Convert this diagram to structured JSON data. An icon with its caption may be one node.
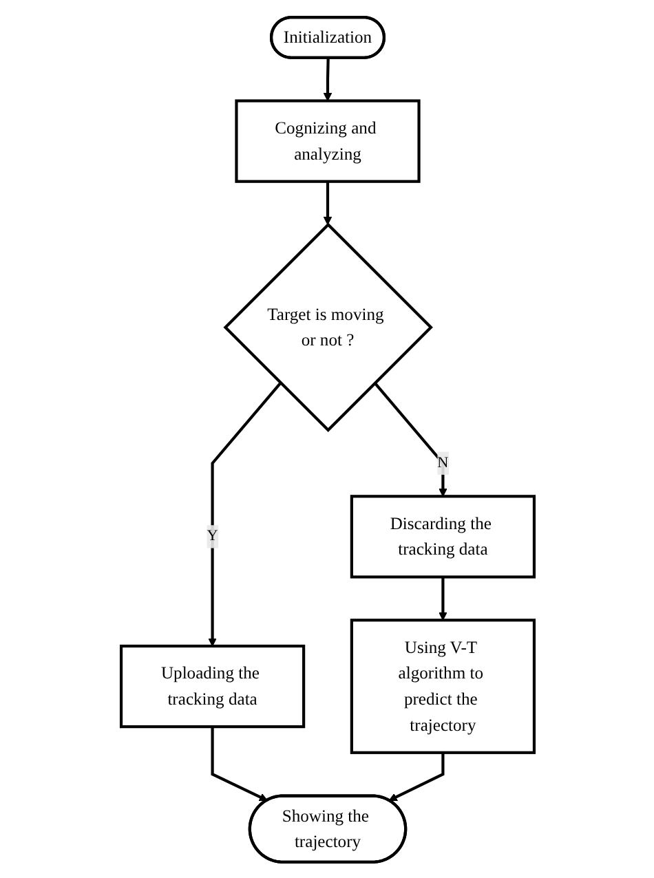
{
  "diagram": {
    "nodes": [
      {
        "text": [
          "Initialization"
        ]
      },
      {
        "text": [
          "Cognizing and analyzing"
        ]
      },
      {
        "text": [
          "Target is moving or not ?"
        ]
      },
      {
        "text": [
          "Discarding the tracking data"
        ]
      },
      {
        "text": [
          "Uploading the tracking data"
        ]
      },
      {
        "text": [
          "Using V-T algorithm to predict the trajectory"
        ]
      },
      {
        "text": [
          "Showing the trajectory"
        ]
      }
    ],
    "edges": [
      {
        "from": 0,
        "to": 1,
        "arrow": "to"
      },
      {
        "from": 1,
        "to": 2,
        "arrow": "to"
      },
      {
        "from": 2,
        "to": 3,
        "arrow": "to",
        "label": "N"
      },
      {
        "from": 2,
        "to": 4,
        "arrow": "to",
        "label": "Y"
      },
      {
        "from": 3,
        "to": 5,
        "arrow": "to"
      },
      {
        "from": 4,
        "to": 6,
        "arrow": "to"
      },
      {
        "from": 5,
        "to": 6,
        "arrow": "to"
      }
    ]
  }
}
